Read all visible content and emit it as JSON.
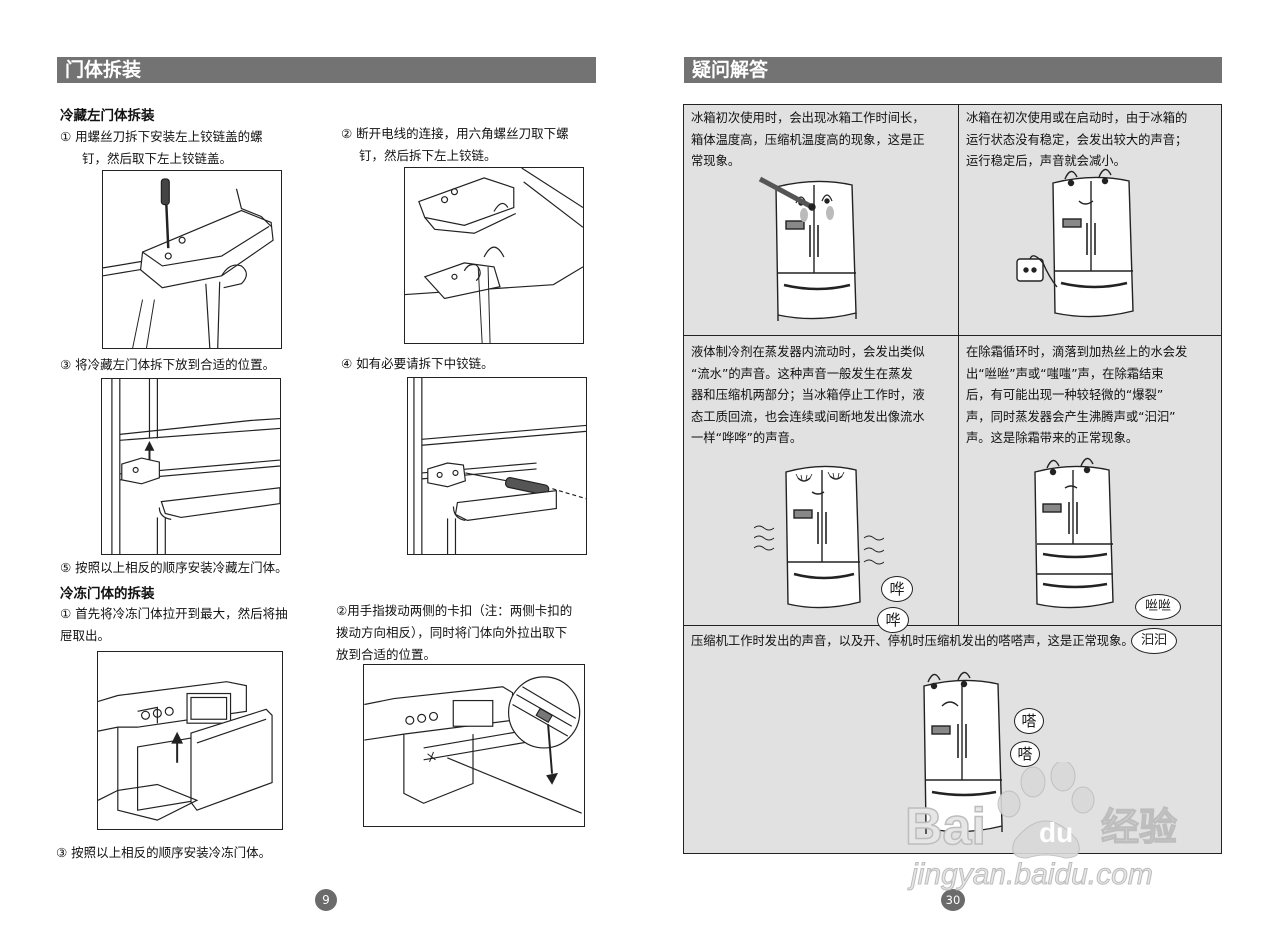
{
  "left_page": {
    "header": "门体拆装",
    "sections": {
      "fridge_left_door": "冷藏左门体拆装",
      "freezer_door": "冷冻门体的拆装"
    },
    "steps": {
      "s1_line1": "① 用螺丝刀拆下安装左上铰链盖的螺",
      "s1_line2": "钉，然后取下左上铰链盖。",
      "s2_line1": "② 断开电线的连接，用六角螺丝刀取下螺",
      "s2_line2": "钉，然后拆下左上铰链。",
      "s3": "③ 将冷藏左门体拆下放到合适的位置。",
      "s4": "④ 如有必要请拆下中铰链。",
      "s5": "⑤ 按照以上相反的顺序安装冷藏左门体。",
      "f1_line1": "① 首先将冷冻门体拉开到最大，然后将抽",
      "f1_line2": "屉取出。",
      "f2_line1": "②用手指拨动两侧的卡扣（注：两侧卡扣的",
      "f2_line2": "拨动方向相反），同时将门体向外拉出取下",
      "f2_line3": "放到合适的位置。",
      "f3": "③ 按照以上相反的顺序安装冷冻门体。"
    },
    "page_number": "9"
  },
  "right_page": {
    "header": "疑问解答",
    "qa": {
      "q1_l1": "冰箱初次使用时，会出现冰箱工作时间长，",
      "q1_l2": "箱体温度高，压缩机温度高的现象，这是正",
      "q1_l3": "常现象。",
      "q2_l1": "冰箱在初次使用或在启动时，由于冰箱的",
      "q2_l2": "运行状态没有稳定，会发出较大的声音；",
      "q2_l3": "运行稳定后，声音就会减小。",
      "q3_l1": "液体制冷剂在蒸发器内流动时，会发出类似",
      "q3_l2": "“流水”的声音。这种声音一般发生在蒸发",
      "q3_l3": "器和压缩机两部分；当冰箱停止工作时，液",
      "q3_l4": "态工质回流，也会连续或间断地发出像流水",
      "q3_l5": "一样“哗哗”的声音。",
      "q4_l1": "在除霜循环时，滴落到加热丝上的水会发",
      "q4_l2": "出“咝咝”声或“嗤嗤”声，在除霜结束",
      "q4_l3": "后，有可能出现一种较轻微的“爆裂”",
      "q4_l4": "声，同时蒸发器会产生沸腾声或“汩汩”",
      "q4_l5": "声。这是除霜带来的正常现象。",
      "q5": "压缩机工作时发出的声音，以及开、停机时压缩机发出的嗒嗒声，这是正常现象。"
    },
    "bubbles": {
      "hua1": "哗",
      "hua2": "哗",
      "si": "咝咝",
      "gu": "汩汩",
      "da1": "嗒",
      "da2": "嗒"
    },
    "page_number": "30"
  },
  "watermark": {
    "logo": "Bai du 经验",
    "url": "jingyan.baidu.com"
  },
  "colors": {
    "header_bg": "#737373",
    "qa_bg": "#e1e1e1",
    "page_circle": "#6b6b6b"
  }
}
